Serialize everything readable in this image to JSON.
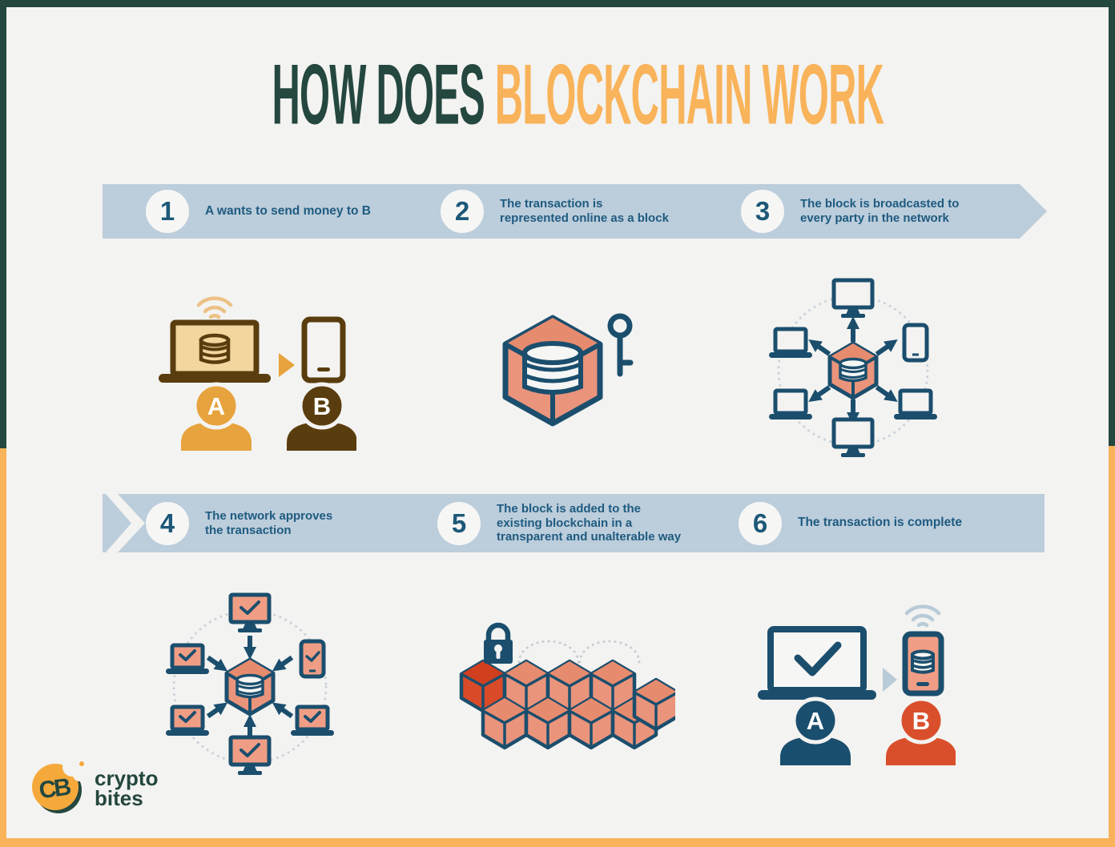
{
  "title": {
    "normal": "HOW DOES ",
    "highlight": "BLOCKCHAIN WORK"
  },
  "steps": [
    {
      "num": "1",
      "text": "A wants to send money to B"
    },
    {
      "num": "2",
      "text": "The transaction is\nrepresented online as a block"
    },
    {
      "num": "3",
      "text": "The block is broadcasted to\nevery party in the network"
    },
    {
      "num": "4",
      "text": "The network approves\nthe transaction"
    },
    {
      "num": "5",
      "text": "The block is added to the\nexisting blockchain in a\ntransparent and unalterable way"
    },
    {
      "num": "6",
      "text": "The transaction is complete"
    }
  ],
  "actors": {
    "a": "A",
    "b": "B"
  },
  "logo": {
    "initials": "CB",
    "name_line1": "crypto",
    "name_line2": "bites"
  },
  "icons": [
    "wifi-icon",
    "laptop-coins-icon",
    "send-arrow-icon",
    "phone-icon",
    "person-a-icon",
    "person-b-icon",
    "block-cube-icon",
    "key-icon",
    "broadcast-network-icon",
    "approve-network-icon",
    "blockchain-cubes-icon",
    "lock-icon",
    "laptop-check-icon",
    "phone-coins-icon",
    "cookie-logo-icon"
  ],
  "colors": {
    "frame_teal": "#24473F",
    "frame_orange": "#F9B35A",
    "canvas": "#F3F3F1",
    "banner_blue": "#BCCDDB",
    "text_navy": "#1E5B80",
    "icon_navy": "#1B4E6D",
    "salmon": "#EA947C",
    "salmon_dark": "#E78B6E",
    "red_block": "#D84A28",
    "amber": "#E7A33D",
    "amber_screen": "#F3D59E",
    "brown": "#5A3D0E",
    "steel_blue": "#B9CBD8"
  }
}
